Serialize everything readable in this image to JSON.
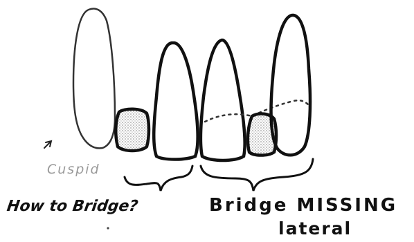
{
  "labels": {
    "cuspid": "Cuspid",
    "how_to_bridge": "How to Bridge?",
    "bridge_missing": "Bridge MISSING",
    "lateral": "lateral"
  },
  "colors": {
    "ink": "#111111",
    "pencil": "#9a9a9a",
    "shade": "#bdbdbd"
  }
}
